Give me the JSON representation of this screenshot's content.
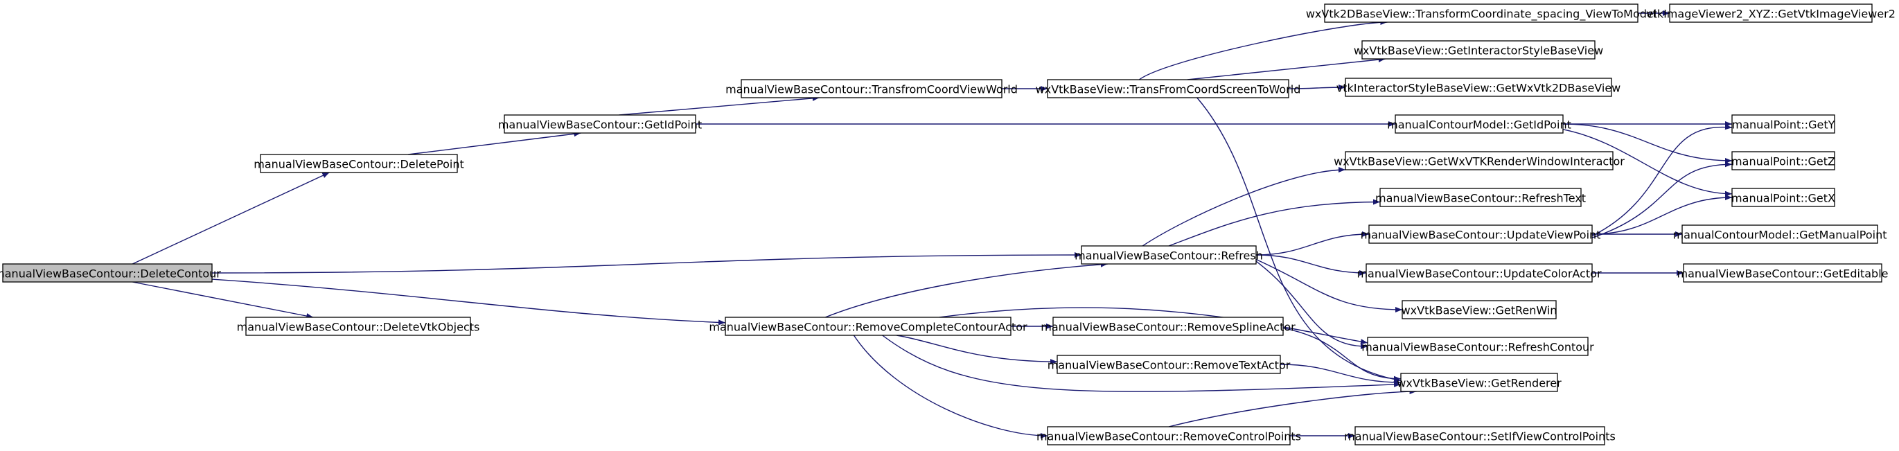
{
  "diagram": {
    "type": "call-graph",
    "edge_color": "#191970",
    "root_fill": "#bfbfbf",
    "nodes": [
      {
        "id": "deleteContour",
        "label": "manualViewBaseContour::DeleteContour",
        "root": true
      },
      {
        "id": "deletePoint",
        "label": "manualViewBaseContour::DeletePoint"
      },
      {
        "id": "deleteVtkObjects",
        "label": "manualViewBaseContour::DeleteVtkObjects"
      },
      {
        "id": "getIdPoint1",
        "label": "manualViewBaseContour::GetIdPoint"
      },
      {
        "id": "transfromCoordViewWorld",
        "label": "manualViewBaseContour::TransfromCoordViewWorld"
      },
      {
        "id": "transFromCoordScreenToWorld",
        "label": "wxVtkBaseView::TransFromCoordScreenToWorld"
      },
      {
        "id": "transformCoordinateSpacing",
        "label": "wxVtk2DBaseView::TransformCoordinate_spacing_ViewToModel"
      },
      {
        "id": "getVtkImageViewer2",
        "label": "vtkImageViewer2_XYZ::GetVtkImageViewer2"
      },
      {
        "id": "getInteractorStyleBaseView",
        "label": "wxVtkBaseView::GetInteractorStyleBaseView"
      },
      {
        "id": "getWxVtk2DBaseView",
        "label": "vtkInteractorStyleBaseView::GetWxVtk2DBaseView"
      },
      {
        "id": "modelGetIdPoint",
        "label": "manualContourModel::GetIdPoint"
      },
      {
        "id": "pointGetY",
        "label": "manualPoint::GetY"
      },
      {
        "id": "pointGetZ",
        "label": "manualPoint::GetZ"
      },
      {
        "id": "pointGetX",
        "label": "manualPoint::GetX"
      },
      {
        "id": "getWxVTKRenderWindowInteractor",
        "label": "wxVtkBaseView::GetWxVTKRenderWindowInteractor"
      },
      {
        "id": "refreshText",
        "label": "manualViewBaseContour::RefreshText"
      },
      {
        "id": "updateViewPoint",
        "label": "manualViewBaseContour::UpdateViewPoint"
      },
      {
        "id": "getManualPoint",
        "label": "manualContourModel::GetManualPoint"
      },
      {
        "id": "refresh",
        "label": "manualViewBaseContour::Refresh"
      },
      {
        "id": "updateColorActor",
        "label": "manualViewBaseContour::UpdateColorActor"
      },
      {
        "id": "getEditable",
        "label": "manualViewBaseContour::GetEditable"
      },
      {
        "id": "getRenWin",
        "label": "wxVtkBaseView::GetRenWin"
      },
      {
        "id": "removeCompleteContourActor",
        "label": "manualViewBaseContour::RemoveCompleteContourActor"
      },
      {
        "id": "removeSplineActor",
        "label": "manualViewBaseContour::RemoveSplineActor"
      },
      {
        "id": "refreshContour",
        "label": "manualViewBaseContour::RefreshContour"
      },
      {
        "id": "removeTextActor",
        "label": "manualViewBaseContour::RemoveTextActor"
      },
      {
        "id": "getRenderer",
        "label": "wxVtkBaseView::GetRenderer"
      },
      {
        "id": "removeControlPoints",
        "label": "manualViewBaseContour::RemoveControlPoints"
      },
      {
        "id": "setIfViewControlPoints",
        "label": "manualViewBaseContour::SetIfViewControlPoints"
      }
    ],
    "edges": [
      {
        "from": "deleteContour",
        "to": "deletePoint"
      },
      {
        "from": "deleteContour",
        "to": "refresh"
      },
      {
        "from": "deleteContour",
        "to": "deleteVtkObjects"
      },
      {
        "from": "deleteContour",
        "to": "removeCompleteContourActor"
      },
      {
        "from": "deletePoint",
        "to": "getIdPoint1"
      },
      {
        "from": "getIdPoint1",
        "to": "transfromCoordViewWorld"
      },
      {
        "from": "getIdPoint1",
        "to": "modelGetIdPoint"
      },
      {
        "from": "transfromCoordViewWorld",
        "to": "transFromCoordScreenToWorld"
      },
      {
        "from": "transFromCoordScreenToWorld",
        "to": "transformCoordinateSpacing"
      },
      {
        "from": "transFromCoordScreenToWorld",
        "to": "getInteractorStyleBaseView"
      },
      {
        "from": "transFromCoordScreenToWorld",
        "to": "getWxVtk2DBaseView"
      },
      {
        "from": "transFromCoordScreenToWorld",
        "to": "getRenderer"
      },
      {
        "from": "transformCoordinateSpacing",
        "to": "getVtkImageViewer2"
      },
      {
        "from": "modelGetIdPoint",
        "to": "pointGetY"
      },
      {
        "from": "modelGetIdPoint",
        "to": "pointGetZ"
      },
      {
        "from": "modelGetIdPoint",
        "to": "pointGetX"
      },
      {
        "from": "refresh",
        "to": "getWxVTKRenderWindowInteractor"
      },
      {
        "from": "refresh",
        "to": "refreshText"
      },
      {
        "from": "refresh",
        "to": "updateViewPoint"
      },
      {
        "from": "refresh",
        "to": "updateColorActor"
      },
      {
        "from": "refresh",
        "to": "getRenWin"
      },
      {
        "from": "refresh",
        "to": "refreshContour"
      },
      {
        "from": "updateViewPoint",
        "to": "pointGetY"
      },
      {
        "from": "updateViewPoint",
        "to": "pointGetZ"
      },
      {
        "from": "updateViewPoint",
        "to": "pointGetX"
      },
      {
        "from": "updateViewPoint",
        "to": "getManualPoint"
      },
      {
        "from": "updateColorActor",
        "to": "getEditable"
      },
      {
        "from": "removeCompleteContourActor",
        "to": "refresh"
      },
      {
        "from": "removeCompleteContourActor",
        "to": "removeSplineActor"
      },
      {
        "from": "removeCompleteContourActor",
        "to": "refreshContour"
      },
      {
        "from": "removeCompleteContourActor",
        "to": "removeTextActor"
      },
      {
        "from": "removeCompleteContourActor",
        "to": "getRenderer"
      },
      {
        "from": "removeCompleteContourActor",
        "to": "removeControlPoints"
      },
      {
        "from": "removeSplineActor",
        "to": "getRenderer"
      },
      {
        "from": "removeTextActor",
        "to": "getRenderer"
      },
      {
        "from": "removeControlPoints",
        "to": "getRenderer"
      },
      {
        "from": "removeControlPoints",
        "to": "setIfViewControlPoints"
      }
    ]
  }
}
